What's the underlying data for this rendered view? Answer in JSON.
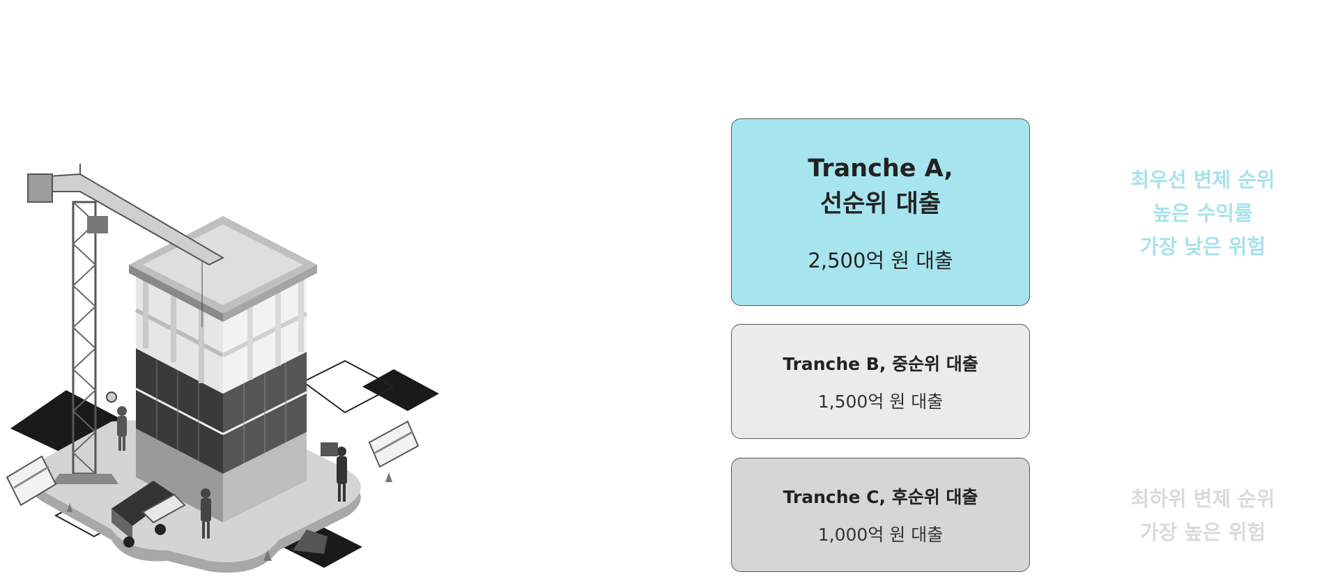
{
  "colors": {
    "tranche_a_fill": "#a7e5ee",
    "tranche_b_fill": "#ebebeb",
    "tranche_c_fill": "#d6d6d6",
    "note_top_text": "#a7e2ea",
    "note_bottom_text": "#dadada"
  },
  "illustration": {
    "subject": "isometric building construction site with tower crane"
  },
  "tranches": {
    "a": {
      "title": "Tranche A,\n선순위 대출",
      "amount": "2,500억 원 대출"
    },
    "b": {
      "title": "Tranche B, 중순위 대출",
      "amount": "1,500억 원 대출"
    },
    "c": {
      "title": "Tranche C, 후순위 대출",
      "amount": "1,000억 원 대출"
    }
  },
  "notes": {
    "top": "최우선 변제 순위\n높은 수익률\n가장 낮은 위험",
    "bottom": "최하위 변제 순위\n가장 높은 위험"
  }
}
